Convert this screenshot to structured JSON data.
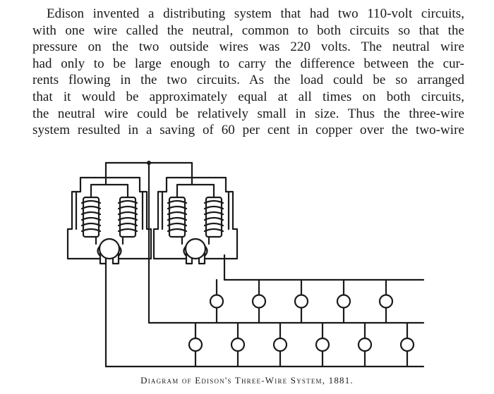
{
  "paragraph": {
    "lines": [
      "Edison invented a distributing system that had two 110-volt circuits,",
      "with one wire called the neutral, common to both circuits so that the",
      "pressure on the two outside wires was 220 volts.  The neutral wire",
      "had only to be large enough to carry the difference between the cur-",
      "rents flowing in the two circuits.  As the load could be so arranged",
      "that it would be approximately equal at all times on both circuits,",
      "the neutral wire could be relatively small in size.  Thus the three-wire",
      "system resulted in a saving of 60 per cent in copper over the two-wire"
    ]
  },
  "caption": "Diagram of Edison's Three-Wire System, 1881.",
  "diagram": {
    "lamp_rows": [
      {
        "row": "upper",
        "lamp_count": 5
      },
      {
        "row": "lower",
        "lamp_count": 6
      }
    ],
    "dynamo_count": 2,
    "stroke_color": "#1a1a1a"
  }
}
